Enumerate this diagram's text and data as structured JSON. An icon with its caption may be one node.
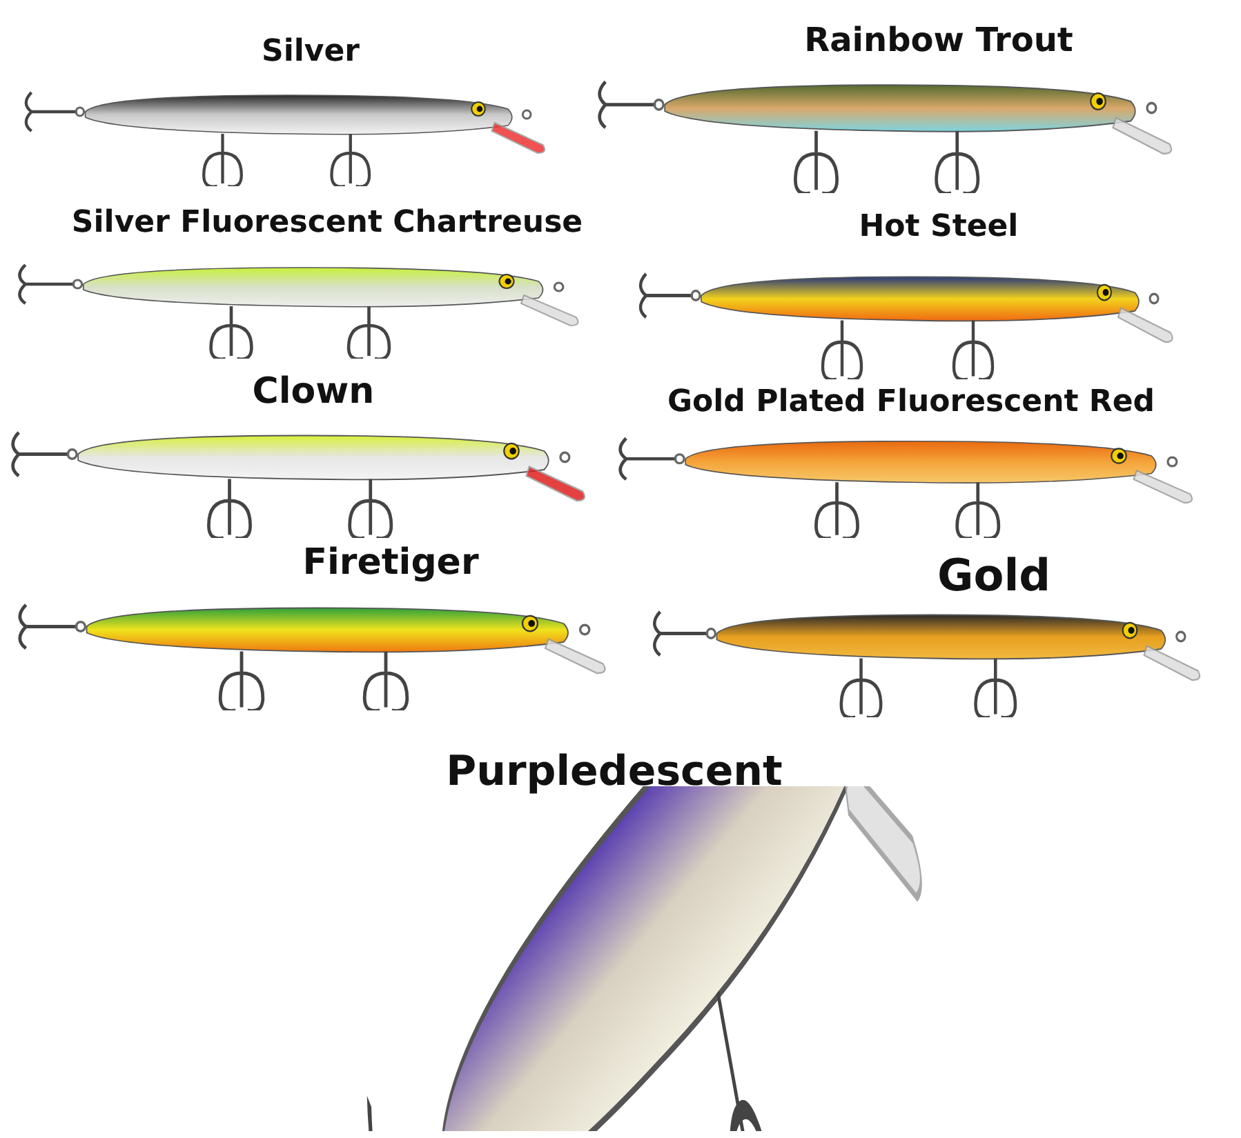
{
  "diagram": {
    "labels": [
      "Silver",
      "Rainbow Trout",
      "Silver Fluorescent Chartreuse",
      "Hot Steel",
      "Clown",
      "Gold Plated Fluorescent Red",
      "Firetiger",
      "Gold",
      "Purpledescent"
    ]
  }
}
